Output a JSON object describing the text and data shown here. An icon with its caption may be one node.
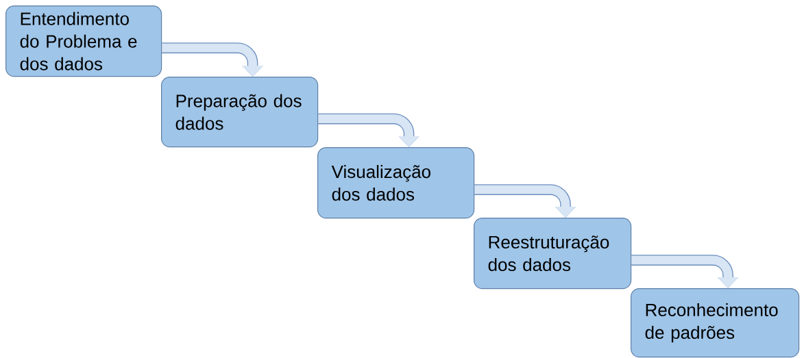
{
  "diagram": {
    "nodes": [
      {
        "text": [
          "Entendimento do Problema e dos dados"
        ]
      },
      {
        "text": [
          "Preparação dos dados"
        ]
      },
      {
        "text": [
          "Visualização dos dados"
        ]
      },
      {
        "text": [
          "Reestruturação dos dados"
        ]
      },
      {
        "text": [
          "Reconhecimento de padrões"
        ]
      }
    ],
    "edges": [
      {
        "from": 0,
        "to": 1,
        "arrow": "to"
      },
      {
        "from": 1,
        "to": 2,
        "arrow": "to"
      },
      {
        "from": 2,
        "to": 3,
        "arrow": "to"
      },
      {
        "from": 3,
        "to": 4,
        "arrow": "to"
      }
    ]
  }
}
